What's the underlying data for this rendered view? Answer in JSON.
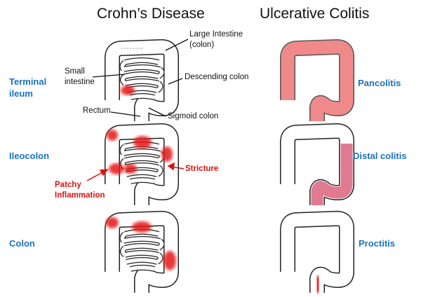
{
  "titles": {
    "left": "Crohn’s Disease",
    "right": "Ulcerative Colitis"
  },
  "crohns_rows": [
    {
      "label_line1": "Terminal",
      "label_line2": "ileum"
    },
    {
      "label": "Ileocolon"
    },
    {
      "label": "Colon"
    }
  ],
  "uc_rows": [
    {
      "label": "Pancolitis"
    },
    {
      "label": "Distal colitis"
    },
    {
      "label": "Proctitis"
    }
  ],
  "annotations": {
    "large_intestine_1": "Large Intestine",
    "large_intestine_2": "(colon)",
    "small_intestine_1": "Small",
    "small_intestine_2": "intestine",
    "descending_colon": "Descending colon",
    "rectum": "Rectum",
    "sigmoid_colon": "Sigmoid colon",
    "patchy_1": "Patchy",
    "patchy_2": "Inflammation",
    "stricture": "Stricture"
  },
  "colors": {
    "label_blue": "#1b72be",
    "inflammation_red": "#e01010",
    "uc_pink": "#f08a8a"
  }
}
